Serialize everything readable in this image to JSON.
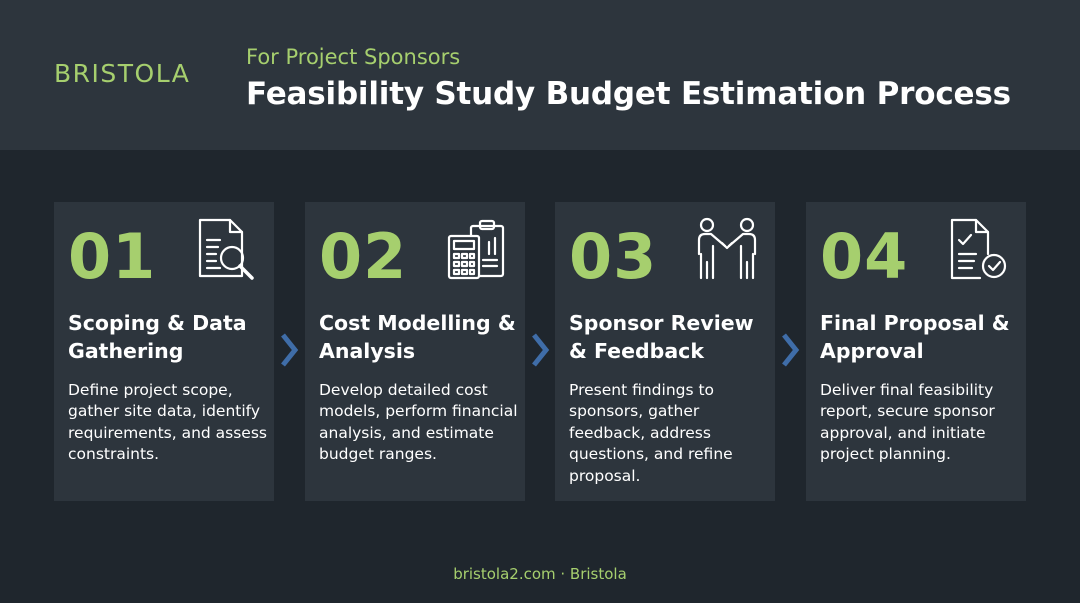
{
  "brand": {
    "logo": "BRISTOLA"
  },
  "header": {
    "subtitle": "For Project Sponsors",
    "title": "Feasibility Study Budget Estimation Process"
  },
  "steps": [
    {
      "number": "01",
      "icon": "document-search-icon",
      "title": "Scoping & Data Gathering",
      "description": "Define project scope, gather site data, identify requirements, and assess constraints."
    },
    {
      "number": "02",
      "icon": "calculator-clipboard-icon",
      "title": "Cost Modelling & Analysis",
      "description": "Develop detailed cost models, perform financial analysis, and estimate budget ranges."
    },
    {
      "number": "03",
      "icon": "handshake-icon",
      "title": "Sponsor Review & Feedback",
      "description": "Present findings to sponsors, gather feedback, address questions, and refine proposal."
    },
    {
      "number": "04",
      "icon": "document-check-icon",
      "title": "Final Proposal & Approval",
      "description": "Deliver final feasibility report, secure sponsor approval, and initiate project planning."
    }
  ],
  "footer": {
    "text": "bristola2.com · Bristola"
  },
  "colors": {
    "accent": "#a6cf6e",
    "background": "#1f262d",
    "panel": "#2d353d",
    "chevron": "#3f6da8"
  }
}
